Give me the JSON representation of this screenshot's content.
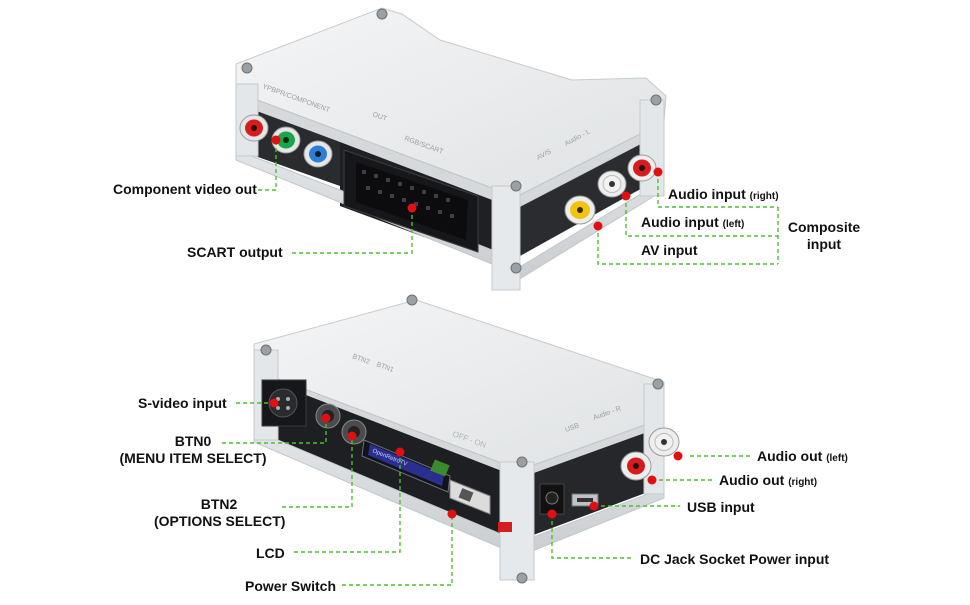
{
  "colors": {
    "leader": "#4fbf2f",
    "dot": "#e01010",
    "acrylic": "#e9ebec",
    "pcb": "#1e1f22",
    "rca_red": "#d61d1d",
    "rca_green": "#19a64a",
    "rca_blue": "#2b7fd6",
    "rca_yellow": "#f2c312",
    "rca_white": "#f2f2f2"
  },
  "top_device": {
    "labels": {
      "component_video_out": "Component video out",
      "scart_output": "SCART output",
      "audio_input_right_main": "Audio input",
      "audio_input_right_small": "(right)",
      "audio_input_left_main": "Audio input",
      "audio_input_left_small": "(left)",
      "av_input": "AV input",
      "composite_input_line1": "Composite",
      "composite_input_line2": "input"
    },
    "silk": {
      "ypbpr": "YPBPR/COMPONENT",
      "out": "OUT",
      "rgb_scart": "RGB/SCART",
      "av": "AV/S",
      "audio": "Audio - L"
    }
  },
  "bottom_device": {
    "labels": {
      "svideo_input": "S-video input",
      "btn0_line1": "BTN0",
      "btn0_line2": "(MENU ITEM SELECT)",
      "btn2_line1": "BTN2",
      "btn2_line2": "(OPTIONS SELECT)",
      "lcd": "LCD",
      "power_switch": "Power Switch",
      "audio_out_left_main": "Audio out",
      "audio_out_left_small": "(left)",
      "audio_out_right_main": "Audio out",
      "audio_out_right_small": "(right)",
      "usb_input": "USB input",
      "dc_jack": "DC Jack Socket Power input"
    },
    "silk": {
      "btn2": "BTN2",
      "btn1": "BTN1",
      "off_on": "OFF - ON",
      "usb": "USB",
      "audio_r": "Audio - R",
      "lcd_text": "OpenRetroTV"
    }
  }
}
